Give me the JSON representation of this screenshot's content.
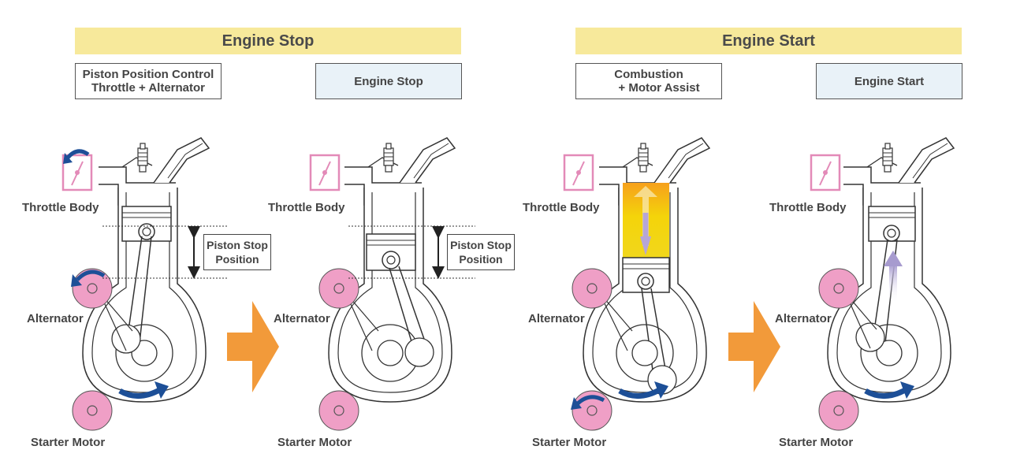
{
  "banners": {
    "left": "Engine Stop",
    "right": "Engine Start"
  },
  "steps": [
    {
      "line1": "Piston Position Control",
      "line2": "Throttle + Alternator"
    },
    {
      "line1": "Engine Stop",
      "line2": ""
    },
    {
      "line1": "Combustion",
      "line2": "+ Motor Assist"
    },
    {
      "line1": "Engine Start",
      "line2": ""
    }
  ],
  "labels": {
    "throttle_body": "Throttle Body",
    "alternator": "Alternator",
    "starter_motor": "Starter Motor"
  },
  "piston_stop": {
    "line1": "Piston Stop",
    "line2": "Position"
  },
  "colors": {
    "banner": "#f7e99b",
    "step_box_blue": "#e9f2f8",
    "pulley_pink": "#ef9fc6",
    "arrow_orange": "#f29a3a",
    "rotation_blue": "#1d4f97",
    "combustion_yellow": "#f4d40a"
  }
}
